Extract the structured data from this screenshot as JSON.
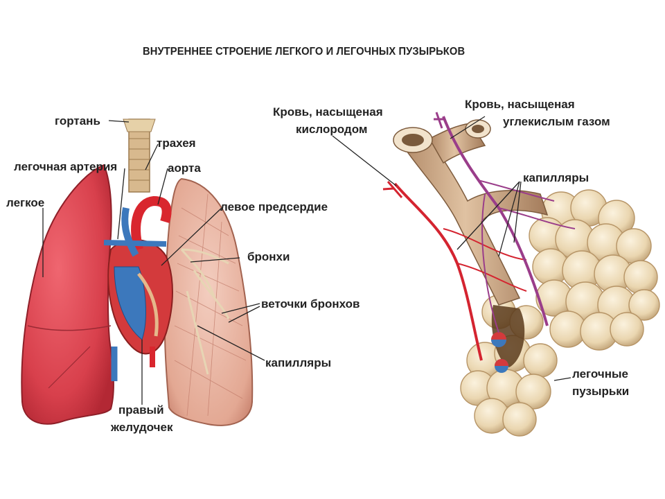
{
  "title": "ВНУТРЕННЕЕ СТРОЕНИЕ ЛЕГКОГО И ЛЕГОЧНЫХ ПУЗЫРЬКОВ",
  "left_labels": {
    "larynx": "гортань",
    "trachea": "трахея",
    "pulmonary_artery": "легочная артерия",
    "aorta": "аорта",
    "lung": "легкое",
    "left_atrium": "левое предсердие",
    "bronchi": "бронхи",
    "bronchi_branches": "веточки бронхов",
    "capillaries": "капилляры",
    "right_ventricle_1": "правый",
    "right_ventricle_2": "желудочек"
  },
  "right_labels": {
    "oxygen_blood_1": "Кровь, насыщеная",
    "oxygen_blood_2": "кислородом",
    "co2_blood_1": "Кровь, насыщеная",
    "co2_blood_2": "углекислым газом",
    "capillaries": "капилляры",
    "alveoli_1": "легочные",
    "alveoli_2": "пузырьки"
  },
  "colors": {
    "lung_red": "#d9404a",
    "lung_pink": "#e9b7a7",
    "vein_blue": "#3b74b8",
    "artery_red": "#d42430",
    "alveoli": "#eedfc0",
    "bronchus": "#cba888",
    "capillary_purple": "#9a3d8a"
  }
}
